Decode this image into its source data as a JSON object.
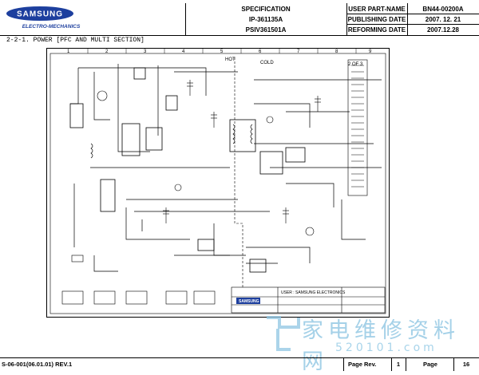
{
  "header": {
    "brand_name": "SAMSUNG",
    "brand_sub": "ELECTRO-MECHANICS",
    "spec_label": "SPECIFICATION",
    "model": "IP-361135A",
    "part_code": "PSIV361501A",
    "user_part_label": "USER PART-NAME",
    "publishing_label": "PUBLISHING DATE",
    "reforming_label": "REFORMING DATE",
    "user_part_value": "BN44-00200A",
    "publishing_value": "2007. 12. 21",
    "reforming_value": "2007.12.28"
  },
  "section_title": "2-2-1. POWER [PFC AND MULTI SECTION]",
  "schematic": {
    "grid_numbers": [
      "1",
      "2",
      "3",
      "4",
      "5",
      "6",
      "7",
      "8",
      "9"
    ],
    "hot_label": "HOT",
    "cold_label": "COLD",
    "sheet_label": "2 OF 3",
    "title_block_company": "USER : SAMSUNG ELECTRONICS",
    "title_block_logo": "SAMSUNG"
  },
  "footer": {
    "doc_code": "S-06-001(06.01.01) REV.1",
    "page_rev_label": "Page Rev.",
    "page_rev_value": "1",
    "page_label": "Page",
    "page_value": "16"
  },
  "watermark": {
    "chinese": "家电维修资料网",
    "url": "520101.com"
  },
  "colors": {
    "brand_blue": "#1d3f9e",
    "watermark_blue": "#8fc6e3"
  }
}
